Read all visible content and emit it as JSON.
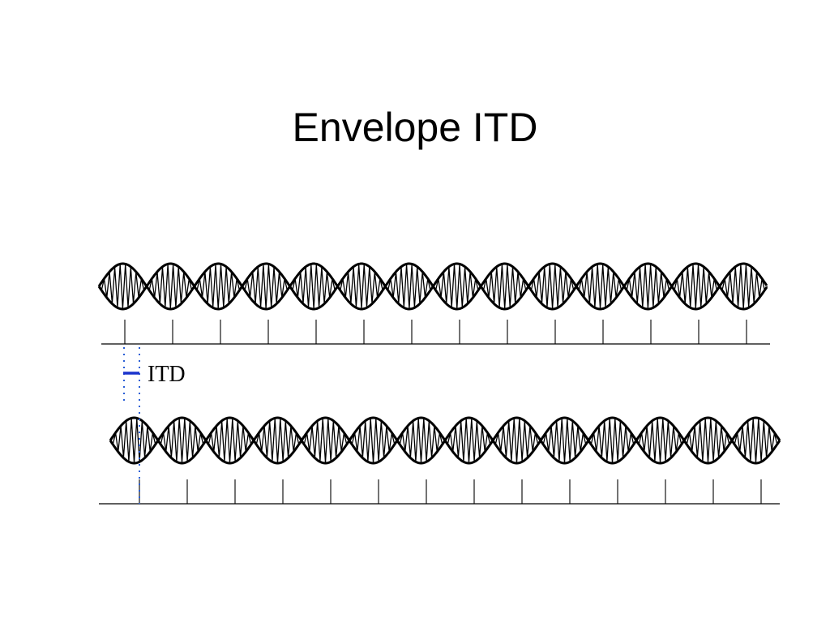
{
  "slide": {
    "title": "Envelope ITD"
  },
  "diagram": {
    "itd_label": "ITD",
    "colors": {
      "waveform": "#000000",
      "axis": "#000000",
      "itd_marker": "#1a33cc",
      "itd_guides": "#2a5fd6"
    },
    "icons": {
      "itd_marker": "horizontal-dash"
    }
  }
}
